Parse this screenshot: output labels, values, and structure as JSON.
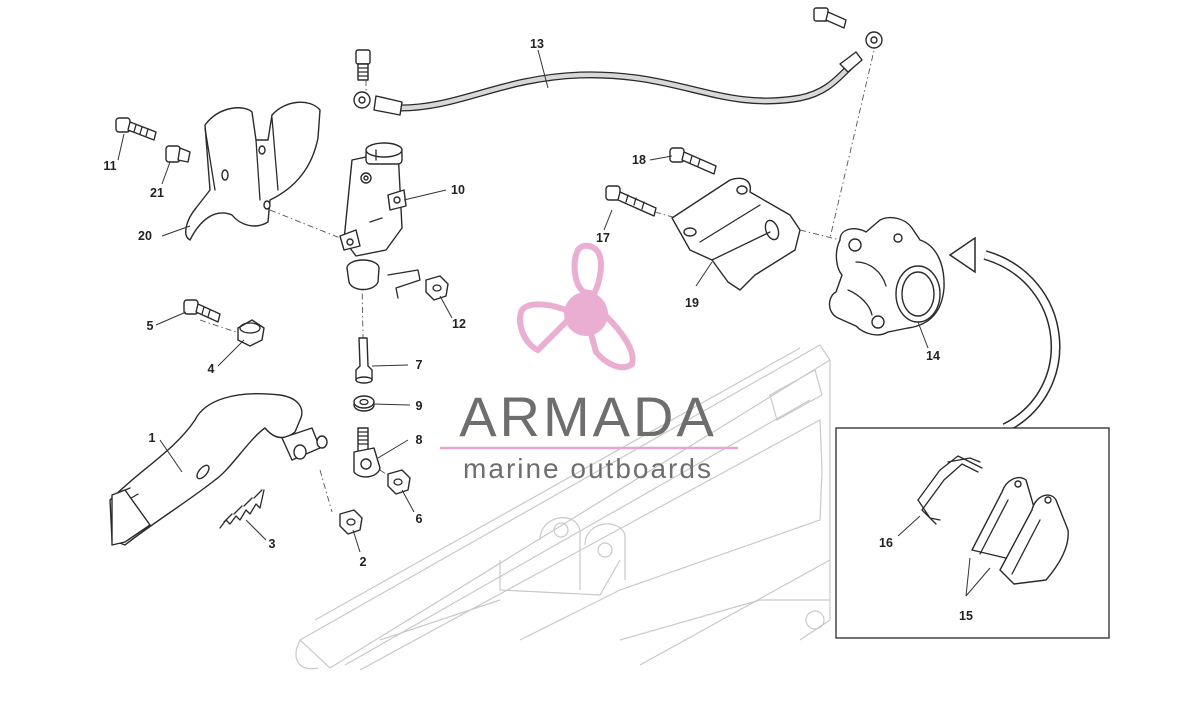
{
  "watermark": {
    "brand": "ARMADA",
    "tagline": "marine outboards",
    "logo_color": "#e8a6cf",
    "text_color": "#6e6e6e"
  },
  "callouts": [
    {
      "id": "1",
      "text": "1"
    },
    {
      "id": "2",
      "text": "2"
    },
    {
      "id": "3",
      "text": "3"
    },
    {
      "id": "4",
      "text": "4"
    },
    {
      "id": "5",
      "text": "5"
    },
    {
      "id": "6",
      "text": "6"
    },
    {
      "id": "7",
      "text": "7"
    },
    {
      "id": "8",
      "text": "8"
    },
    {
      "id": "9",
      "text": "9"
    },
    {
      "id": "10",
      "text": "10"
    },
    {
      "id": "11",
      "text": "11"
    },
    {
      "id": "12",
      "text": "12"
    },
    {
      "id": "13",
      "text": "13"
    },
    {
      "id": "14",
      "text": "14"
    },
    {
      "id": "15",
      "text": "15"
    },
    {
      "id": "16",
      "text": "16"
    },
    {
      "id": "17",
      "text": "17"
    },
    {
      "id": "18",
      "text": "18"
    },
    {
      "id": "19",
      "text": "19"
    },
    {
      "id": "20",
      "text": "20"
    },
    {
      "id": "21",
      "text": "21"
    }
  ]
}
